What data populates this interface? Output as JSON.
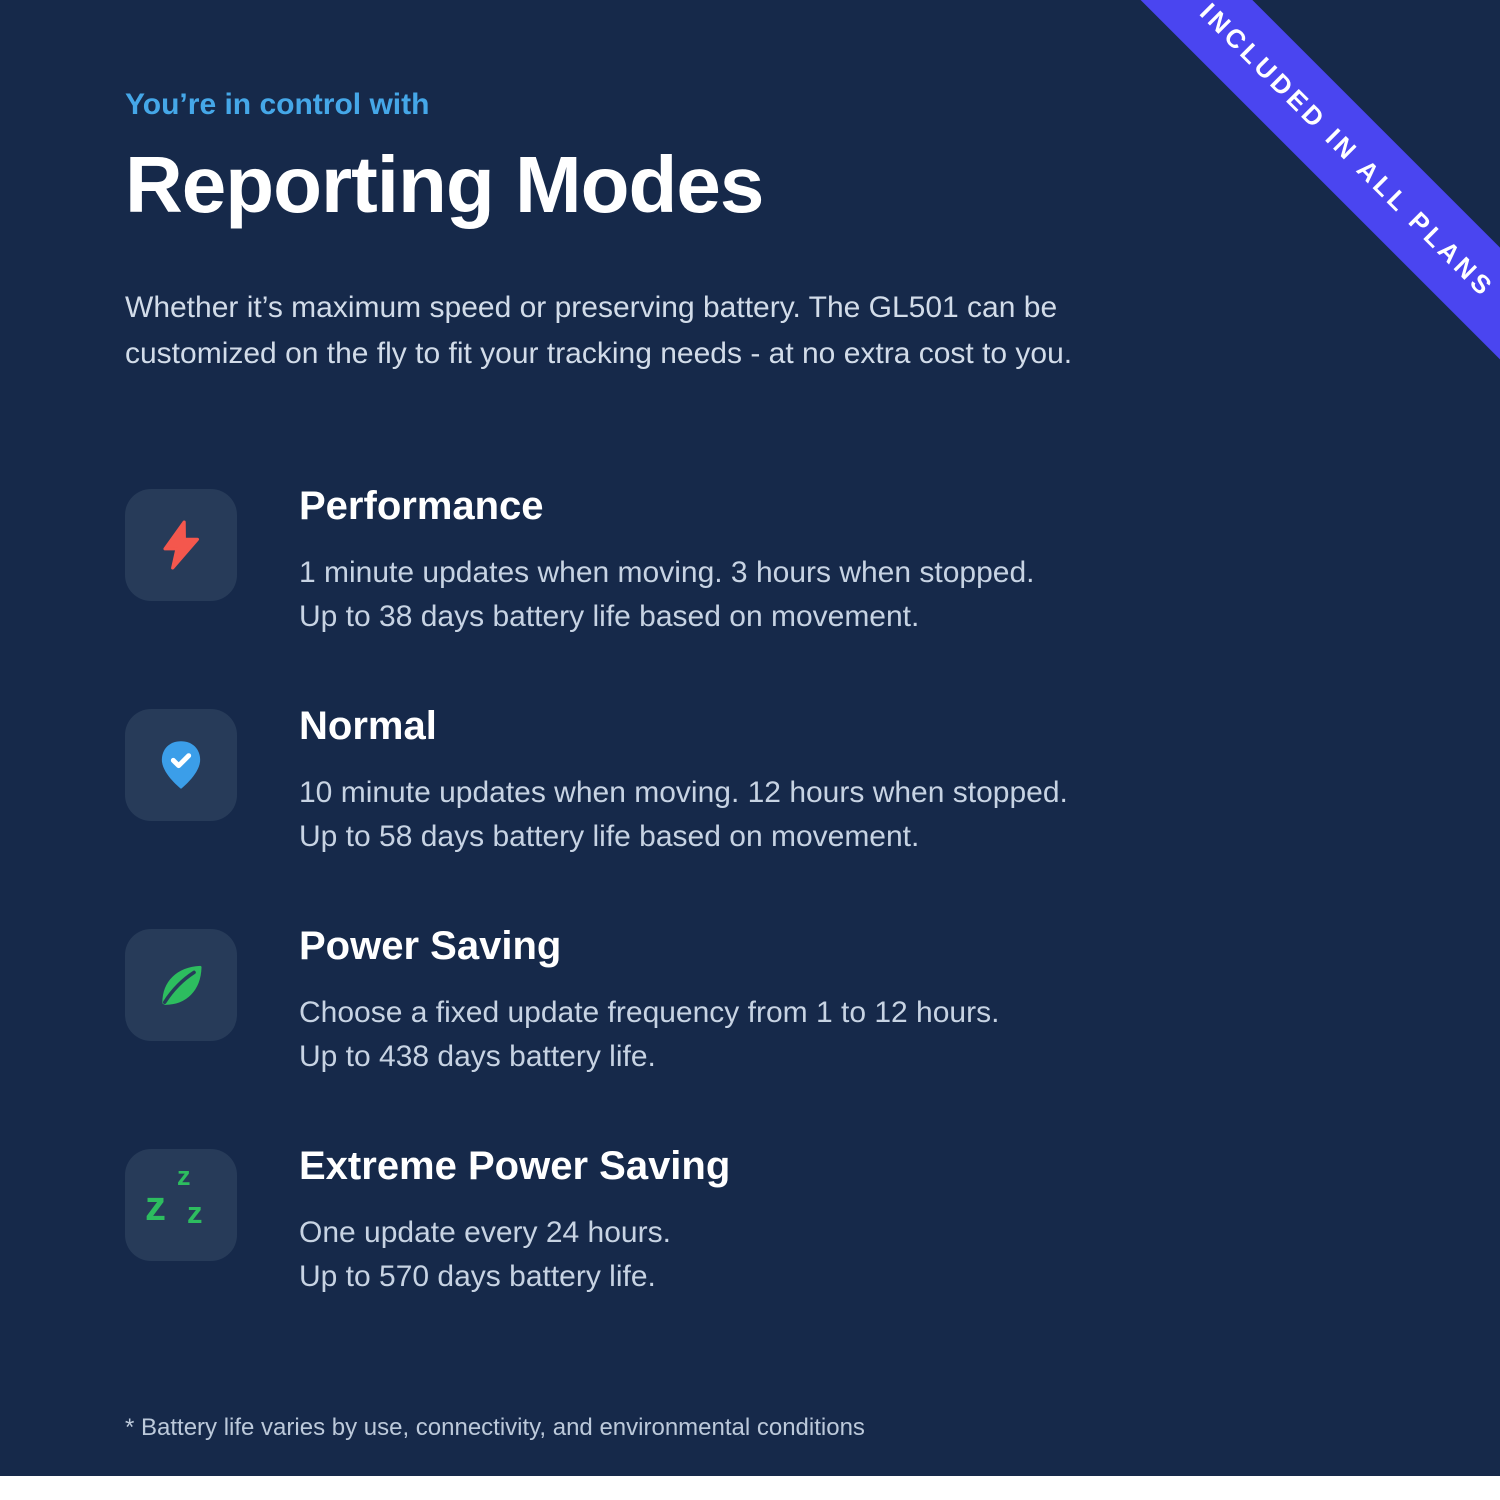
{
  "ribbon": {
    "label": "INCLUDED IN ALL PLANS"
  },
  "header": {
    "eyebrow": "You’re in control with",
    "title": "Reporting Modes",
    "intro_line1": "Whether it’s maximum speed or preserving battery. The GL501 can be",
    "intro_line2": "customized on the fly to fit your tracking needs - at no extra cost to you."
  },
  "features": [
    {
      "icon": "lightning-bolt-icon",
      "title": "Performance",
      "line1": "1 minute updates when moving. 3 hours when stopped.",
      "line2": "Up to 38 days battery life based on movement."
    },
    {
      "icon": "location-pin-check-icon",
      "title": "Normal",
      "line1": "10 minute updates when moving. 12 hours when stopped.",
      "line2": "Up to 58 days battery life based on movement."
    },
    {
      "icon": "leaf-icon",
      "title": "Power Saving",
      "line1": "Choose a fixed update frequency from 1 to 12 hours.",
      "line2": "Up to 438 days battery life."
    },
    {
      "icon": "sleep-zzz-icon",
      "title": "Extreme Power Saving",
      "line1": "One update every 24 hours.",
      "line2": "Up to 570 days battery life."
    }
  ],
  "icons": {
    "zzz_glyphs": [
      "z",
      "z",
      "z"
    ]
  },
  "colors": {
    "background": "#16294a",
    "tile": "#273b59",
    "ribbon": "#4a45f0",
    "accent_blue": "#45a7e8",
    "bolt_red": "#f4574d",
    "pin_blue": "#3b9ee9",
    "leaf_green": "#2dbd5f",
    "zzz_green": "#2dbd5f"
  },
  "footnote": "* Battery life varies by use, connectivity, and environmental conditions"
}
